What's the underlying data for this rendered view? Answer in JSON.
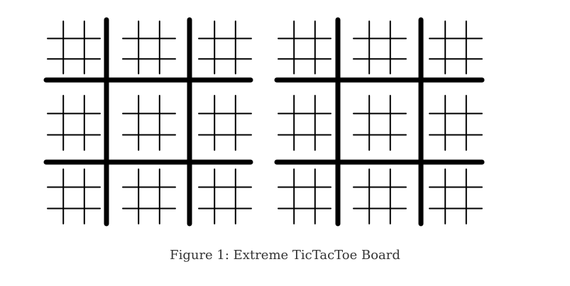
{
  "figure": {
    "caption": "Figure 1: Extreme TicTacToe Board",
    "board_count": 2,
    "grid": "3x3 of 3x3",
    "colors": {
      "background": "#ffffff",
      "lines": "#000000",
      "caption_text": "#333333"
    }
  }
}
